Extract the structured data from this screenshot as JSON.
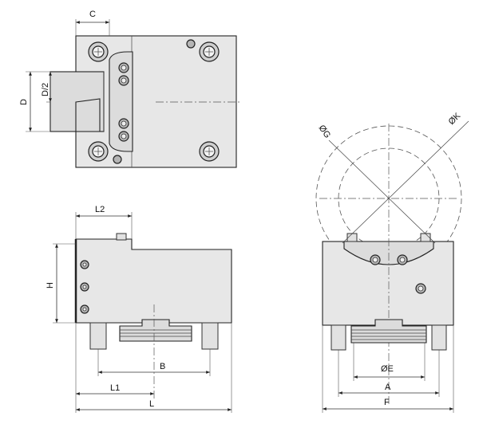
{
  "dimension_labels": {
    "c": "C",
    "d": "D",
    "d_half": "D/2",
    "l2": "L2",
    "h": "H",
    "b": "B",
    "l1": "L1",
    "l": "L",
    "dia_g": "ØG",
    "dia_k": "ØK",
    "dia_e": "ØE",
    "a": "A",
    "f": "F"
  }
}
